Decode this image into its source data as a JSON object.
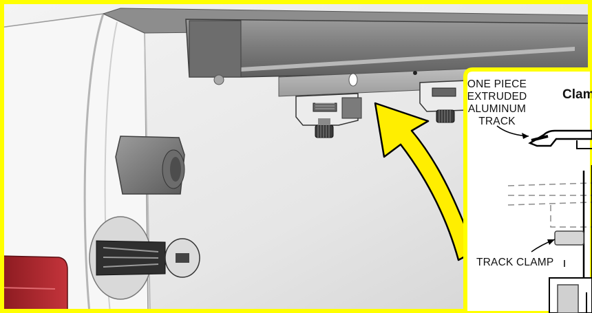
{
  "diagram": {
    "inset": {
      "title": "Clam",
      "callouts": {
        "track": [
          "ONE PIECE",
          "EXTRUDED",
          "ALUMINUM",
          "TRACK"
        ],
        "clamp": "TRACK CLAMP"
      }
    },
    "colors": {
      "frame_border": "#ffff00",
      "arrow_fill": "#ffee00",
      "track_gray": "#7d7d7d",
      "taillight_red": "#b3232a",
      "tailgate_white": "#f2f2f2"
    }
  }
}
